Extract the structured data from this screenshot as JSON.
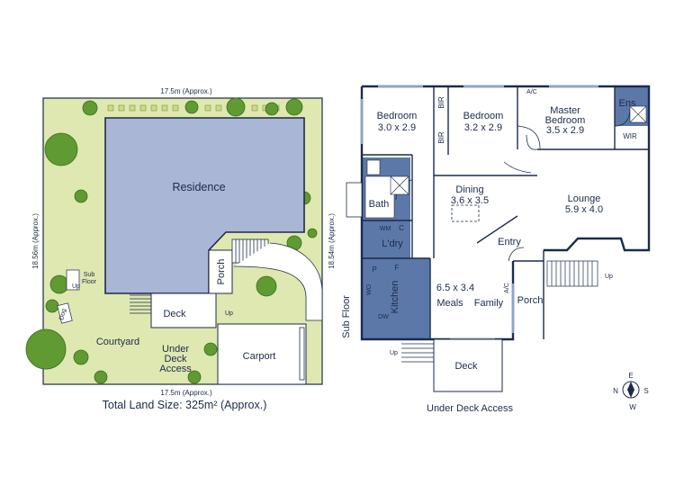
{
  "site_plan": {
    "dims": {
      "top": "17.5m (Approx.)",
      "bottom": "17.5m (Approx.)",
      "left": "18.56m (Approx.)",
      "right": "18.54m (Approx.)"
    },
    "labels": {
      "residence": "Residence",
      "porch": "Porch",
      "deck": "Deck",
      "courtyard": "Courtyard",
      "under_deck_1": "Under",
      "under_deck_2": "Deck",
      "under_deck_3": "Access",
      "carport": "Carport",
      "sub_floor_1": "Sub",
      "sub_floor_2": "Floor",
      "up": "Up",
      "up2": "Up",
      "dog": "Dog"
    },
    "total_land": "Total Land Size: 325m² (Approx.)"
  },
  "floor_plan": {
    "rooms": {
      "bedroom1_name": "Bedroom",
      "bedroom1_size": "3.0 x 2.9",
      "bedroom2_name": "Bedroom",
      "bedroom2_size": "3.2 x 2.9",
      "master_1": "Master",
      "master_2": "Bedroom",
      "master_size": "3.5 x 2.9",
      "ens": "Ens",
      "wir": "WIR",
      "ac1": "A/C",
      "ac2": "A/C",
      "bir1": "BIR",
      "bir2": "BIR",
      "bath": "Bath",
      "wm": "WM",
      "c": "C",
      "ldry": "L'dry",
      "dining_name": "Dining",
      "dining_size": "3.6 x 3.5",
      "lounge_name": "Lounge",
      "lounge_size": "5.9 x 4.0",
      "entry": "Entry",
      "p": "P",
      "f": "F",
      "wo": "WO",
      "kitchen": "Kitchen",
      "dw": "DW",
      "family_size": "6.5 x 3.4",
      "meals": "Meals",
      "family": "Family",
      "porch": "Porch",
      "deck": "Deck",
      "sub_floor": "Sub Floor",
      "up1": "Up",
      "up2": "Up",
      "under_deck_access": "Under Deck Access"
    },
    "compass": {
      "n": "N",
      "e": "E",
      "s": "S",
      "w": "W"
    }
  },
  "colors": {
    "wall": "#1c2b4a",
    "lawn": "#dfe8b0",
    "residence": "#aab6d6",
    "wet_area": "#5c78a8",
    "deck": "#ffffff",
    "tree": "#5f9a32"
  }
}
